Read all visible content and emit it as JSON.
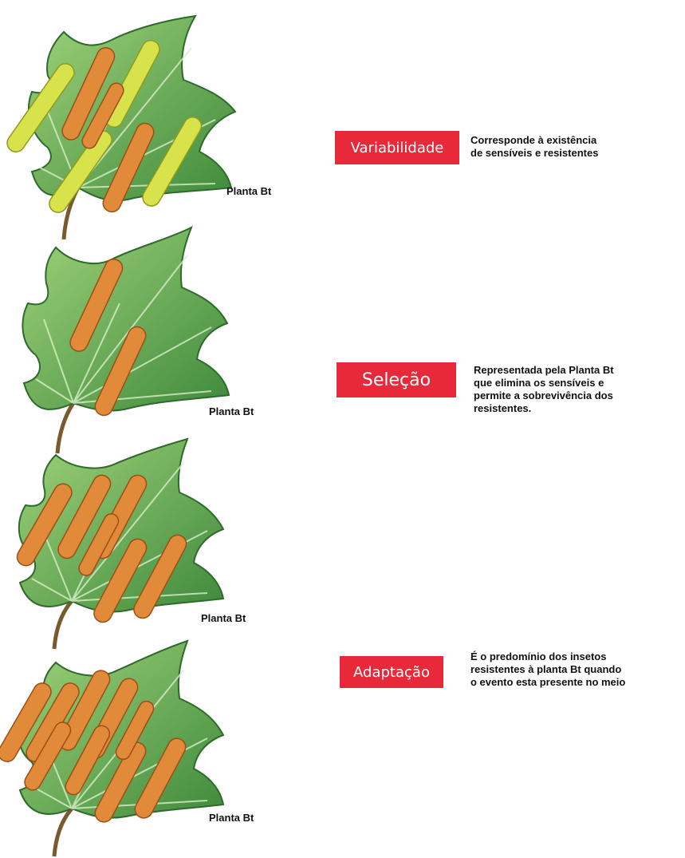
{
  "stages": [
    {
      "tag": "Variabilidade",
      "description": "Corresponde à existência\nde sensíveis e resistentes",
      "plant_label": "Planta Bt"
    },
    {
      "tag": "Seleção",
      "description": "Representada pela Planta Bt\nque elimina os sensíveis e\npermite a sobrevivência dos\nresistentes.",
      "plant_label": "Planta Bt"
    },
    {
      "tag": "",
      "description": "",
      "plant_label": "Planta Bt"
    },
    {
      "tag": "Adaptação",
      "description": "É o predomínio dos insetos\nresistentes à planta Bt quando\no evento esta presente no meio",
      "plant_label": "Planta Bt"
    }
  ],
  "colors": {
    "tag_background": "#e8293a",
    "leaf_light": "#8cc86a",
    "leaf_dark": "#3f8a3c",
    "vein": "#d9efc9",
    "stem": "#7a5a2a",
    "caterpillar_resistant": "#e08a3a",
    "caterpillar_sensitive": "#d8e24a"
  },
  "icons": {
    "leaf": "leaf-icon",
    "caterpillar": "caterpillar-icon"
  },
  "caterpillar_counts": [
    {
      "resistant": 3,
      "sensitive": 4
    },
    {
      "resistant": 2,
      "sensitive": 0
    },
    {
      "resistant": 6,
      "sensitive": 0
    },
    {
      "resistant": 9,
      "sensitive": 0
    }
  ]
}
